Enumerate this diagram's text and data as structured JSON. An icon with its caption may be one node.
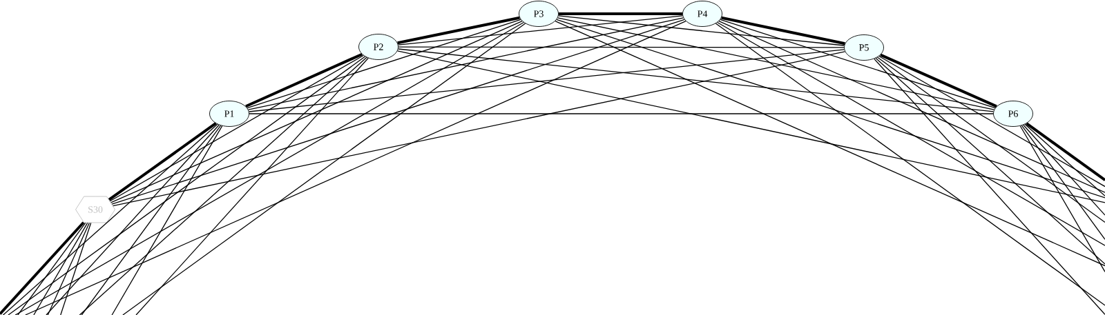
{
  "diagram": {
    "nodes": [
      {
        "text": [
          "S30"
        ]
      },
      {
        "text": [
          "P1"
        ]
      },
      {
        "text": [
          "P2"
        ]
      },
      {
        "text": [
          "P3"
        ]
      },
      {
        "text": [
          "P4"
        ]
      },
      {
        "text": [
          "P5"
        ]
      },
      {
        "text": [
          "P6"
        ]
      }
    ],
    "edges": [
      {
        "from": 0,
        "to": 1,
        "arrow": "none",
        "style": "thick"
      },
      {
        "from": 0,
        "to": 2,
        "arrow": "none"
      },
      {
        "from": 0,
        "to": 3,
        "arrow": "none"
      },
      {
        "from": 0,
        "to": 4,
        "arrow": "none"
      },
      {
        "from": 0,
        "to": 5,
        "arrow": "none"
      },
      {
        "from": 1,
        "to": 2,
        "arrow": "none",
        "style": "thick"
      },
      {
        "from": 1,
        "to": 3,
        "arrow": "none"
      },
      {
        "from": 1,
        "to": 4,
        "arrow": "none"
      },
      {
        "from": 1,
        "to": 5,
        "arrow": "none"
      },
      {
        "from": 1,
        "to": 6,
        "arrow": "none"
      },
      {
        "from": 2,
        "to": 3,
        "arrow": "none",
        "style": "thick"
      },
      {
        "from": 2,
        "to": 4,
        "arrow": "none"
      },
      {
        "from": 2,
        "to": 5,
        "arrow": "none"
      },
      {
        "from": 2,
        "to": 6,
        "arrow": "none"
      },
      {
        "from": 3,
        "to": 4,
        "arrow": "none",
        "style": "thick"
      },
      {
        "from": 3,
        "to": 5,
        "arrow": "none"
      },
      {
        "from": 3,
        "to": 6,
        "arrow": "none"
      },
      {
        "from": 4,
        "to": 5,
        "arrow": "none",
        "style": "thick"
      },
      {
        "from": 4,
        "to": 6,
        "arrow": "none"
      },
      {
        "from": 5,
        "to": 6,
        "arrow": "none",
        "style": "thick"
      },
      {
        "from": 0,
        "to": null,
        "arrow": "none",
        "style": "thick"
      },
      {
        "from": 0,
        "to": null,
        "arrow": "none"
      },
      {
        "from": 0,
        "to": null,
        "arrow": "none"
      },
      {
        "from": 0,
        "to": null,
        "arrow": "none"
      },
      {
        "from": 0,
        "to": null,
        "arrow": "none"
      },
      {
        "from": 1,
        "to": null,
        "arrow": "none"
      },
      {
        "from": 1,
        "to": null,
        "arrow": "none"
      },
      {
        "from": 1,
        "to": null,
        "arrow": "none"
      },
      {
        "from": 1,
        "to": null,
        "arrow": "none"
      },
      {
        "from": 2,
        "to": null,
        "arrow": "none"
      },
      {
        "from": 2,
        "to": null,
        "arrow": "none"
      },
      {
        "from": 2,
        "to": null,
        "arrow": "none"
      },
      {
        "from": 3,
        "to": null,
        "arrow": "none"
      },
      {
        "from": 3,
        "to": null,
        "arrow": "none"
      },
      {
        "from": 4,
        "to": null,
        "arrow": "none"
      },
      {
        "from": 2,
        "to": null,
        "arrow": "none"
      },
      {
        "from": 3,
        "to": null,
        "arrow": "none"
      },
      {
        "from": 3,
        "to": null,
        "arrow": "none"
      },
      {
        "from": 4,
        "to": null,
        "arrow": "none"
      },
      {
        "from": 4,
        "to": null,
        "arrow": "none"
      },
      {
        "from": 4,
        "to": null,
        "arrow": "none"
      },
      {
        "from": 5,
        "to": null,
        "arrow": "none"
      },
      {
        "from": 5,
        "to": null,
        "arrow": "none"
      },
      {
        "from": 5,
        "to": null,
        "arrow": "none"
      },
      {
        "from": 5,
        "to": null,
        "arrow": "none"
      },
      {
        "from": 6,
        "to": null,
        "arrow": "none",
        "style": "thick"
      },
      {
        "from": 6,
        "to": null,
        "arrow": "none"
      },
      {
        "from": 6,
        "to": null,
        "arrow": "none"
      },
      {
        "from": 6,
        "to": null,
        "arrow": "none"
      },
      {
        "from": 6,
        "to": null,
        "arrow": "none"
      }
    ]
  }
}
